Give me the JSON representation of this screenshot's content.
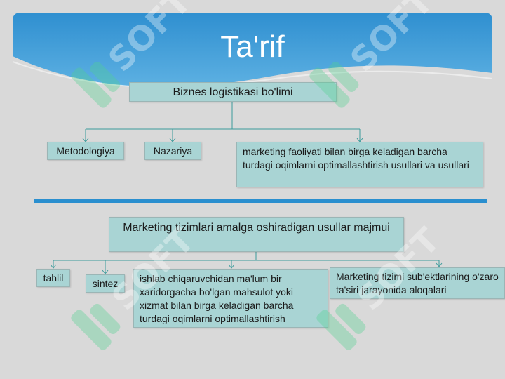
{
  "slide": {
    "title": "Ta'rif",
    "colors": {
      "header_blue": "#2f8fd0",
      "box_fill": "#a9d4d4",
      "connector": "#3a9b9b",
      "divider": "#2a8fcf"
    }
  },
  "diagram_top": {
    "root": "Biznes logistikasi bo'limi",
    "children": [
      "Metodologiya",
      "Nazariya",
      "marketing faoliyati bilan birga keladigan barcha turdagi oqimlarni optimallashtirish usullari va usullari"
    ]
  },
  "diagram_bottom": {
    "root": "Marketing tizimlari amalga oshiradigan usullar majmui",
    "children": [
      "tahlil",
      "sintez",
      "ishlab chiqaruvchidan ma'lum bir xaridorgacha bo'lgan mahsulot yoki xizmat bilan birga keladigan barcha turdagi oqimlarni optimallashtirish",
      "Marketing tizimi sub'ektlarining o'zaro ta'siri jarayonida aloqalari"
    ]
  },
  "watermark": {
    "text": "SOFT",
    "icon": "logo-mark-icon"
  }
}
